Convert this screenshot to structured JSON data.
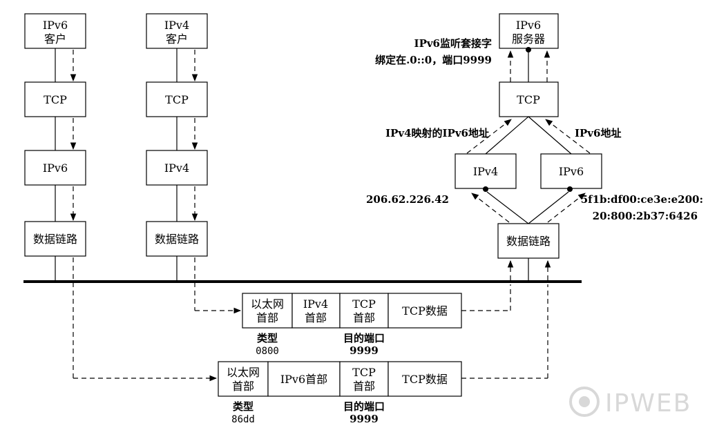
{
  "left_stack_v6": {
    "client": [
      "IPv6",
      "客户"
    ],
    "tcp": "TCP",
    "ip": "IPv6",
    "datalink": "数据链路"
  },
  "left_stack_v4": {
    "client": [
      "IPv4",
      "客户"
    ],
    "tcp": "TCP",
    "ip": "IPv4",
    "datalink": "数据链路"
  },
  "server": {
    "app": [
      "IPv6",
      "服务器"
    ],
    "listen_note": [
      "IPv6监听套接字",
      "绑定在.0::0，端口9999"
    ],
    "tcp": "TCP",
    "mapped_label": "IPv4映射的IPv6地址",
    "v6addr_label": "IPv6地址",
    "ipv4": "IPv4",
    "ipv6": "IPv6",
    "ipv4_addr": "206.62.226.42",
    "ipv6_addr": [
      "5f1b:df00:ce3e:e200:",
      "20:800:2b37:6426"
    ],
    "datalink": "数据链路"
  },
  "frame_v4": {
    "eth": [
      "以太网",
      "首部"
    ],
    "ip": [
      "IPv4",
      "首部"
    ],
    "tcp": [
      "TCP",
      "首部"
    ],
    "data": "TCP数据",
    "type_label": "类型",
    "type_value": "0800",
    "port_label": "目的端口",
    "port_value": "9999"
  },
  "frame_v6": {
    "eth": [
      "以太网",
      "首部"
    ],
    "ip": "IPv6首部",
    "tcp": [
      "TCP",
      "首部"
    ],
    "data": "TCP数据",
    "type_label": "类型",
    "type_value": "86dd",
    "port_label": "目的端口",
    "port_value": "9999"
  },
  "watermark": "IPWEB"
}
